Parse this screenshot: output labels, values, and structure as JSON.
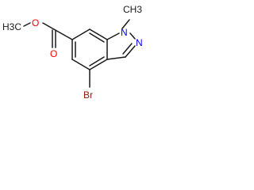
{
  "molecule": {
    "atoms": {
      "ester_ch3": "H3C",
      "ester_o_single": "O",
      "ester_o_double": "O",
      "bromo": "Br",
      "n1": "N",
      "n2": "N",
      "n_methyl": "CH3"
    }
  },
  "colors": {
    "bond": "#1a1a1a",
    "carbon_text": "#1a1a1a",
    "oxygen": "#ff0000",
    "nitrogen": "#0000ff",
    "bromine": "#8b2500"
  }
}
